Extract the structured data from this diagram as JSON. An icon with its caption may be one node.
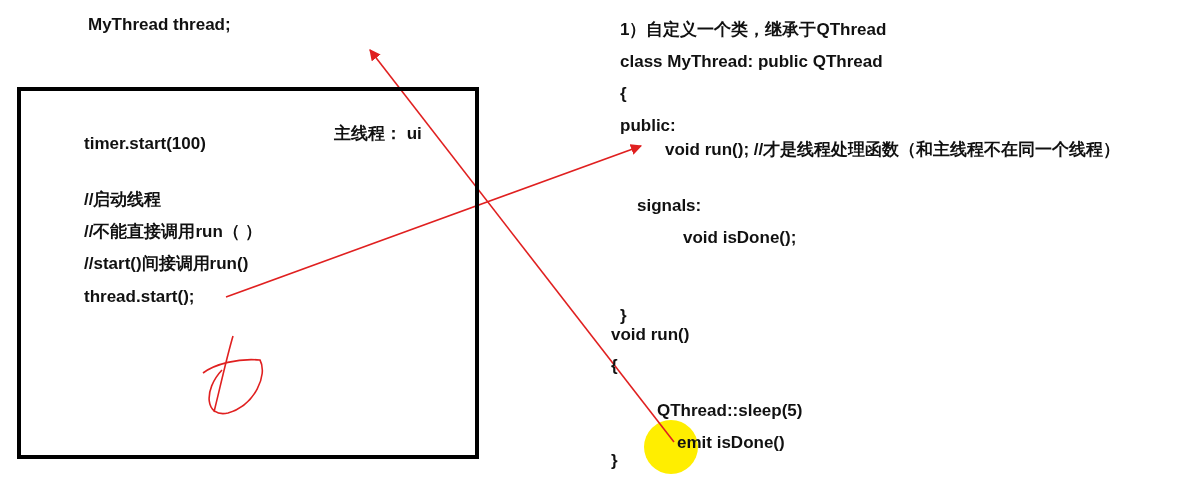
{
  "diagram": {
    "nodes": [
      {
        "text": [
          "主线程： ui",
          "timer.start(100)",
          "//启动线程",
          "//不能直接调用run（ ）",
          "//start()间接调用run()"
        ]
      },
      {
        "text": [
          "thread.start();"
        ],
        "in": 0
      },
      {
        "text": [
          "void run(); //才是线程处理函数（和主线程不在同一个线程）"
        ]
      },
      {
        "text": [
          "emit isDone()"
        ]
      }
    ],
    "edges": [
      {
        "from": 1,
        "to": 2,
        "arrow": "to"
      },
      {
        "from": 3,
        "to": null,
        "arrow": "to"
      }
    ],
    "labels": [
      "MyThread thread;",
      "1）自定义一个类，继承于QThread",
      "class MyThread: public QThread",
      "{",
      "public:",
      "signals:",
      "void isDone();",
      "}",
      "void run()",
      "{",
      "QThread::sleep(5)",
      "}"
    ]
  }
}
